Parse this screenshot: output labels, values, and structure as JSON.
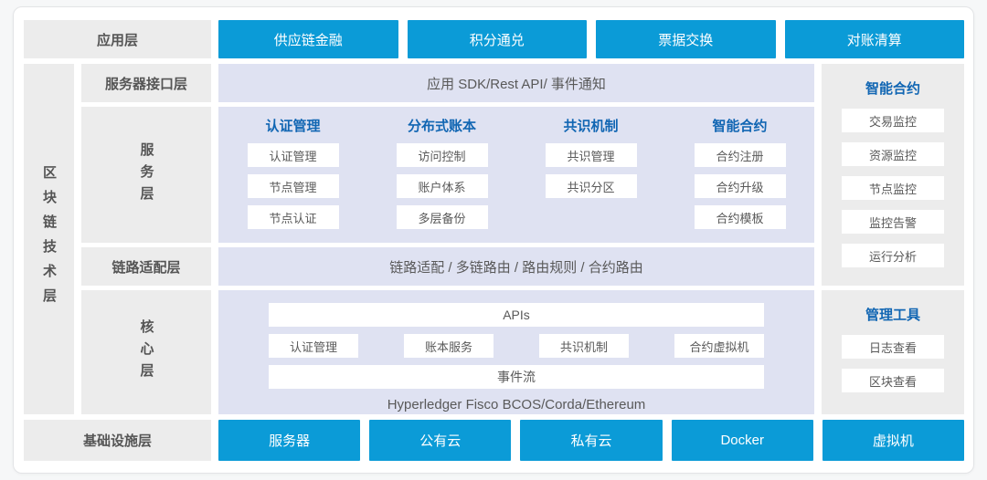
{
  "app_layer": {
    "label": "应用层",
    "buttons": [
      "供应链金融",
      "积分通兑",
      "票据交换",
      "对账清算"
    ]
  },
  "tech_layer": {
    "label": "区块链技术层"
  },
  "interface_layer": {
    "label": "服务器接口层",
    "content": "应用 SDK/Rest API/ 事件通知"
  },
  "service_layer": {
    "label": "服务层",
    "columns": [
      {
        "header": "认证管理",
        "items": [
          "认证管理",
          "节点管理",
          "节点认证"
        ]
      },
      {
        "header": "分布式账本",
        "items": [
          "访问控制",
          "账户体系",
          "多层备份"
        ]
      },
      {
        "header": "共识机制",
        "items": [
          "共识管理",
          "共识分区"
        ]
      },
      {
        "header": "智能合约",
        "items": [
          "合约注册",
          "合约升级",
          "合约模板"
        ]
      }
    ]
  },
  "adapter_layer": {
    "label": "链路适配层",
    "content": "链路适配 / 多链路由 / 路由规则 / 合约路由"
  },
  "core_layer": {
    "label": "核心层",
    "apis_bar": "APIs",
    "modules": [
      "认证管理",
      "账本服务",
      "共识机制",
      "合约虚拟机"
    ],
    "event_bar": "事件流",
    "platforms": "Hyperledger Fisco BCOS/Corda/Ethereum"
  },
  "monitor_panel": {
    "header": "智能合约",
    "items": [
      "交易监控",
      "资源监控",
      "节点监控",
      "监控告警",
      "运行分析"
    ]
  },
  "management_panel": {
    "header": "管理工具",
    "items": [
      "日志查看",
      "区块查看"
    ]
  },
  "infrastructure_layer": {
    "label": "基础设施层",
    "buttons": [
      "服务器",
      "公有云",
      "私有云",
      "Docker",
      "虚拟机"
    ]
  },
  "colors": {
    "accent_blue": "#0b9bd7",
    "header_blue": "#1166b3",
    "lavender": "#dfe2f2",
    "panel_gray": "#ececec",
    "text_gray": "#595959"
  }
}
